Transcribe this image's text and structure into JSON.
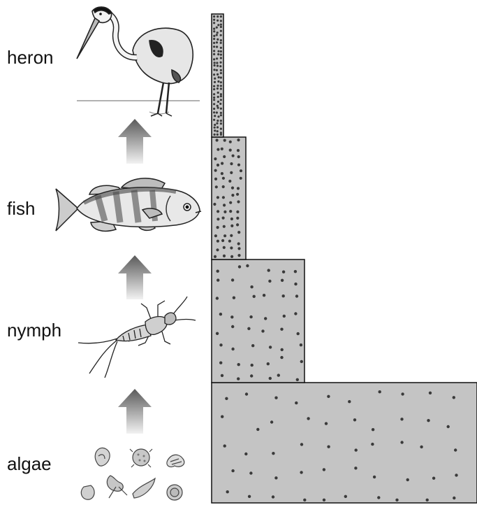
{
  "levels": [
    {
      "label": "heron",
      "icon": "heron-icon"
    },
    {
      "label": "fish",
      "icon": "fish-icon"
    },
    {
      "label": "nymph",
      "icon": "nymph-icon"
    },
    {
      "label": "algae",
      "icon": "algae-icon"
    }
  ],
  "colors": {
    "bar_fill": "#c4c4c4",
    "bar_stroke": "#111111",
    "dot": "#3a3a3a",
    "arrow_top": "#5a5a5a",
    "arrow_bottom": "#f2f2f2"
  }
}
